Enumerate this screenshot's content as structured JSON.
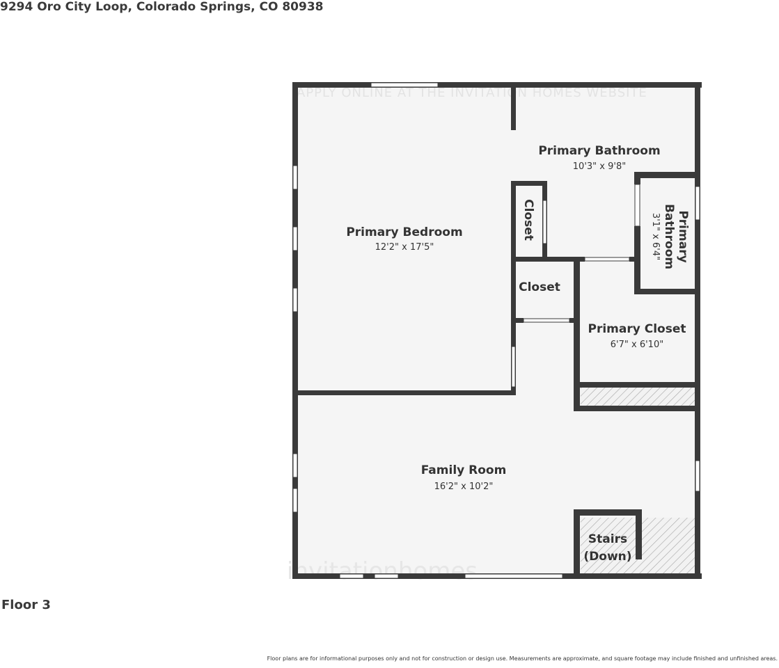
{
  "header": {
    "address": "9294 Oro City Loop, Colorado Springs, CO 80938"
  },
  "floor": {
    "label": "Floor 3"
  },
  "footer": {
    "disclaimer": "Floor plans are for informational purposes only and not for construction or design use. Measurements are approximate, and square footage may include finished and unfinished areas."
  },
  "watermark": {
    "top_text": "APPLY ONLINE AT THE INVITATION HOMES WEBSITE",
    "logo_text": "invitationhomes"
  },
  "rooms": {
    "primary_bedroom": {
      "name": "Primary Bedroom",
      "dims": "12'2\" x 17'5\""
    },
    "primary_bathroom": {
      "name": "Primary Bathroom",
      "dims": "10'3\" x 9'8\""
    },
    "primary_bathroom_small": {
      "name_line1": "Primary",
      "name_line2": "Bathroom",
      "dims": "3'1\" x 6'4\""
    },
    "closet_vertical": {
      "name": "Closet"
    },
    "closet": {
      "name": "Closet"
    },
    "primary_closet": {
      "name": "Primary Closet",
      "dims": "6'7\" x 6'10\""
    },
    "family_room": {
      "name": "Family Room",
      "dims": "16'2\" x 10'2\""
    },
    "stairs": {
      "name_line1": "Stairs",
      "name_line2": "(Down)"
    }
  },
  "colors": {
    "wall": "#3a3a3a",
    "floor": "#f5f5f5",
    "window": "#ffffff",
    "hatch": "#9a9a9a"
  }
}
